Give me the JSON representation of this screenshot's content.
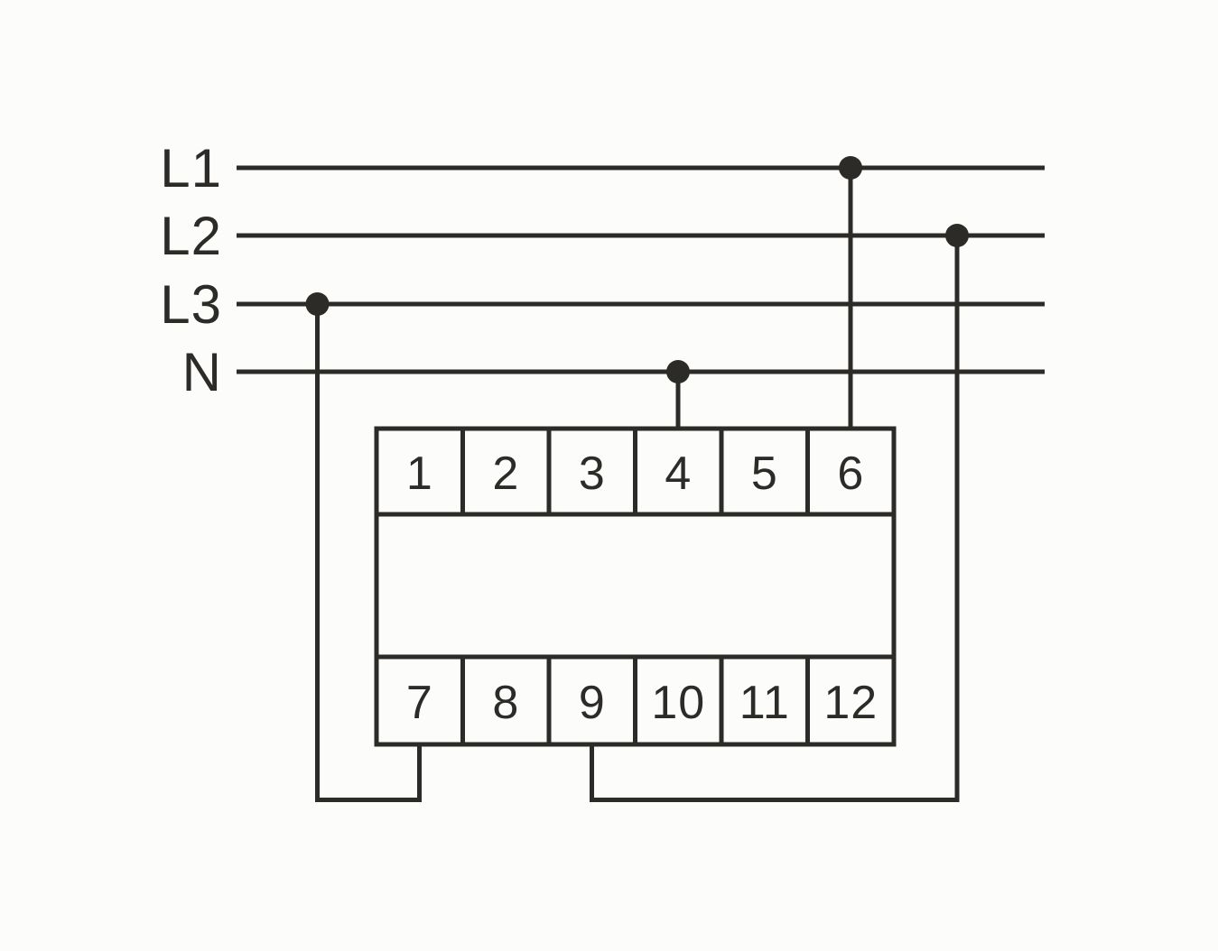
{
  "diagram": {
    "type": "wiring-diagram",
    "description": "Three-phase supply lines L1, L2, L3 and neutral N wired to a 12-terminal device module",
    "colors": {
      "line": "#2d2b28",
      "background": "#fcfcfb"
    },
    "bus_lines": [
      {
        "label": "L1"
      },
      {
        "label": "L2"
      },
      {
        "label": "L3"
      },
      {
        "label": "N"
      }
    ],
    "device": {
      "top_terminals": [
        "1",
        "2",
        "3",
        "4",
        "5",
        "6"
      ],
      "bottom_terminals": [
        "7",
        "8",
        "9",
        "10",
        "11",
        "12"
      ]
    },
    "connections": [
      {
        "from": "L1",
        "to": "terminal 6"
      },
      {
        "from": "L2",
        "to": "terminal 9"
      },
      {
        "from": "L3",
        "to": "terminal 7"
      },
      {
        "from": "N",
        "to": "terminal 4"
      }
    ]
  }
}
